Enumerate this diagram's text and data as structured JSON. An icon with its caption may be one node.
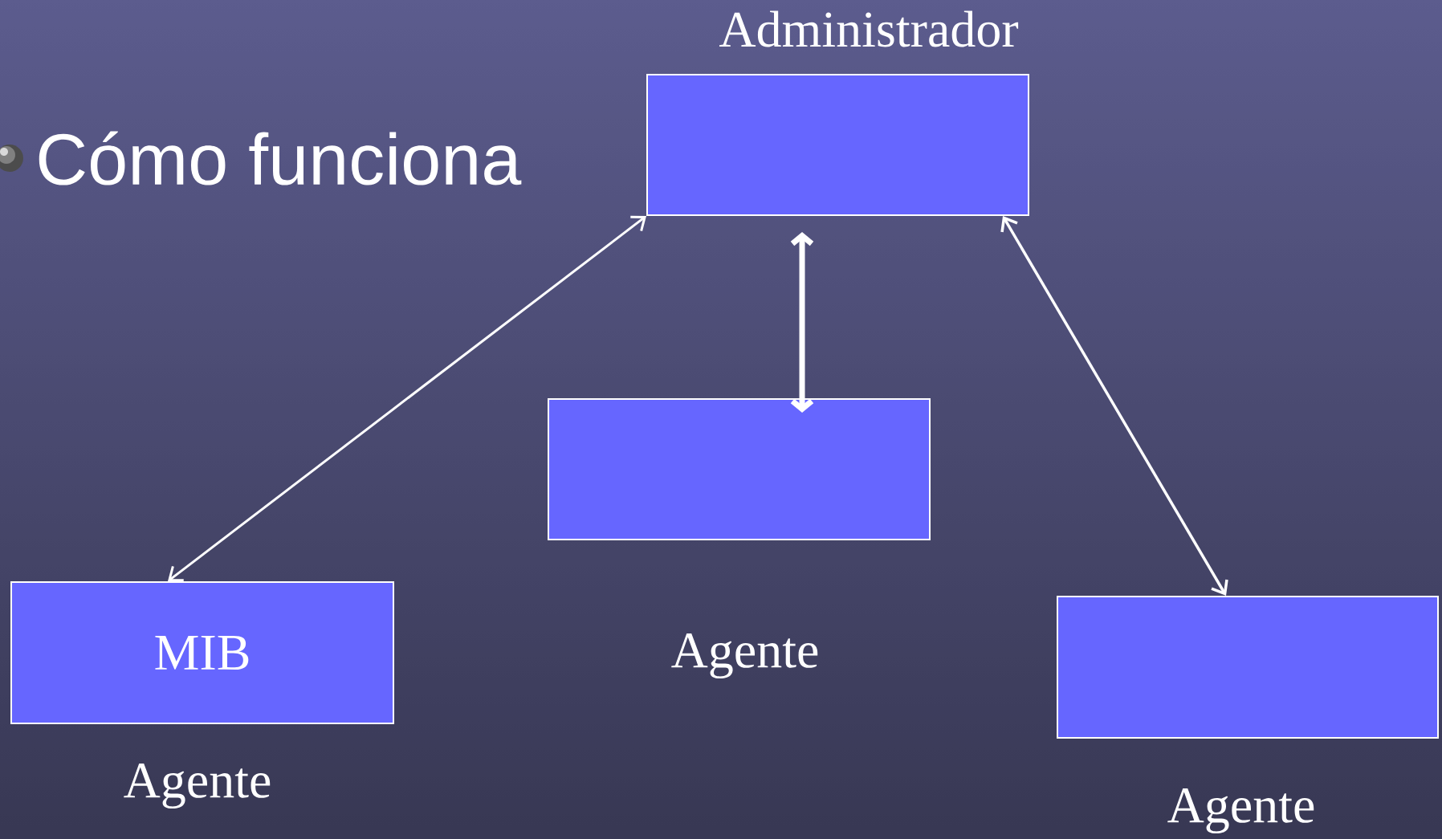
{
  "diagram": {
    "nodes": [
      {
        "text": [
          "Administrador"
        ]
      },
      {
        "text": [],
        "shape": "box",
        "beside": [
          "Agente"
        ]
      },
      {
        "text": [
          "MIB"
        ],
        "beside": [
          "Agente"
        ]
      },
      {
        "text": [],
        "shape": "box",
        "beside": [
          "Agente"
        ]
      }
    ],
    "edges": [
      {
        "from": 0,
        "to": 2,
        "arrow": "both"
      },
      {
        "from": 0,
        "to": 1,
        "arrow": "both",
        "style": "thick"
      },
      {
        "from": 0,
        "to": 3,
        "arrow": "both"
      }
    ],
    "labels": [
      "Cómo funciona"
    ]
  }
}
